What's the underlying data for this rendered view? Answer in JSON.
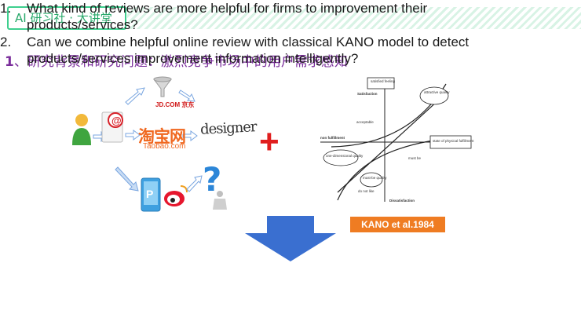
{
  "header": {
    "badge_label": "AI 研习社 · 大讲堂"
  },
  "slide": {
    "title_number": "1",
    "title_text": "、研究背景和研究问题：激烈竞争市场中的用户需求感知"
  },
  "illustration": {
    "sites": {
      "taobao_logo": "淘宝网",
      "taobao_domain": "Taobao.com",
      "jd_logo": "JD.COM 京东",
      "designer_label": "designer"
    },
    "plus_symbol": "+",
    "icons": [
      "user-icon",
      "email-at-icon",
      "funnel-icon",
      "weibo-icon",
      "question-mark-icon",
      "phone-icon",
      "arrow-right-icon",
      "arrow-down-icon"
    ],
    "colors": {
      "plus": "#e01e1e",
      "kano_badge": "#ef7c22",
      "arrow": "#3a6fd0",
      "title": "#7a2d9b",
      "header_accent": "#3ecf8e"
    }
  },
  "kano": {
    "labels": {
      "satisfied_feeling": "satisfied feeling",
      "satisfaction": "Satisfaction",
      "attractive_quality": "attractive quality",
      "acceptable": "acceptable",
      "non_fulfillment": "non fulfillment",
      "state_of_physical_fulfillment": "state of physical fulfillment",
      "one_dimensional_quality": "one-dimensional quality",
      "must_be": "must be",
      "must_be_quality": "must-be quality",
      "do_not_like": "do not like",
      "dissatisfaction": "Dissatisfaction"
    },
    "citation": "KANO et al.1984"
  },
  "questions": [
    {
      "number": "1.",
      "text": "What kind of reviews are more helpful for firms to improvement their products/services?"
    },
    {
      "number": "2.",
      "text": "Can we combine helpful online review with classical KANO model to detect products/services improvement information intelligently?"
    }
  ]
}
